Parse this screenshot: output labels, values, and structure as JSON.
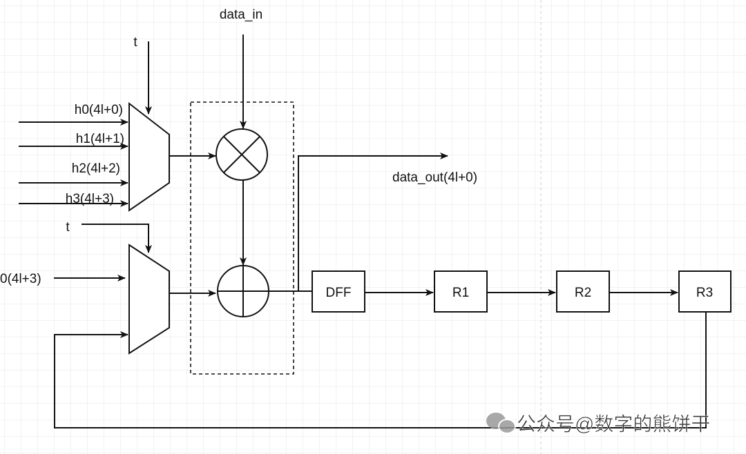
{
  "labels": {
    "data_in": "data_in",
    "t_top": "t",
    "t_bottom": "t",
    "h0": "h0(4l+0)",
    "h1": "h1(4l+1)",
    "h2": "h2(4l+2)",
    "h3": "h3(4l+3)",
    "h0_partial": "0(4l+3)",
    "data_out": "data_out(4l+0)"
  },
  "blocks": {
    "dff": "DFF",
    "r1": "R1",
    "r2": "R2",
    "r3": "R3"
  },
  "watermark": "公众号@数字的熊饼干",
  "colors": {
    "line": "#111111",
    "grid": "#e6e6e6",
    "watermark": "#9a9a9a"
  }
}
